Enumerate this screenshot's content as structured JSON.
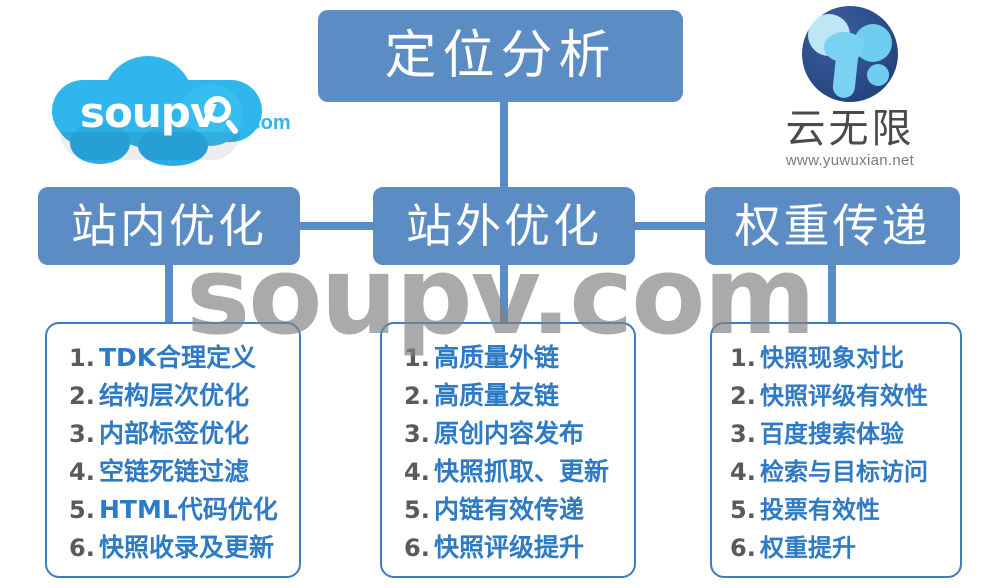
{
  "logos": {
    "left": {
      "name": "soupv-logo",
      "word": "soupv",
      "suffix": ".com",
      "icon": "cloud-magnifier-icon"
    },
    "right": {
      "name": "yuwuxian-logo",
      "brand": "云无限",
      "url": "www.yuwuxian.net",
      "icon": "blue-circle-y-icon"
    }
  },
  "watermark": "soupv.com",
  "diagram": {
    "root": {
      "label": "定位分析"
    },
    "branches": [
      {
        "label": "站内优化"
      },
      {
        "label": "站外优化"
      },
      {
        "label": "权重传递"
      }
    ],
    "lists": [
      {
        "owner": "站内优化",
        "items": [
          {
            "num": "1.",
            "text": "TDK合理定义"
          },
          {
            "num": "2.",
            "text": "结构层次优化"
          },
          {
            "num": "3.",
            "text": "内部标签优化"
          },
          {
            "num": "4.",
            "text": "空链死链过滤"
          },
          {
            "num": "5.",
            "text": "HTML代码优化"
          },
          {
            "num": "6.",
            "text": "快照收录及更新"
          }
        ]
      },
      {
        "owner": "站外优化",
        "items": [
          {
            "num": "1.",
            "text": "高质量外链"
          },
          {
            "num": "2.",
            "text": "高质量友链"
          },
          {
            "num": "3.",
            "text": "原创内容发布"
          },
          {
            "num": "4.",
            "text": "快照抓取、更新"
          },
          {
            "num": "5.",
            "text": "内链有效传递"
          },
          {
            "num": "6.",
            "text": "快照评级提升"
          }
        ]
      },
      {
        "owner": "权重传递",
        "items": [
          {
            "num": "1.",
            "text": "快照现象对比"
          },
          {
            "num": "2.",
            "text": "快照评级有效性"
          },
          {
            "num": "3.",
            "text": "百度搜索体验"
          },
          {
            "num": "4.",
            "text": "检索与目标访问"
          },
          {
            "num": "5.",
            "text": "投票有效性"
          },
          {
            "num": "6.",
            "text": "权重提升"
          }
        ]
      }
    ]
  },
  "colors": {
    "box_blue": "#5b8cc4",
    "border_blue": "#3e7cc0",
    "list_text_blue": "#2f7ac4",
    "list_num_gray": "#5a5a5a",
    "watermark_gray": "#828282",
    "cloud_cyan": "#2fb6ec",
    "circle_navy": "#2a4a86"
  }
}
